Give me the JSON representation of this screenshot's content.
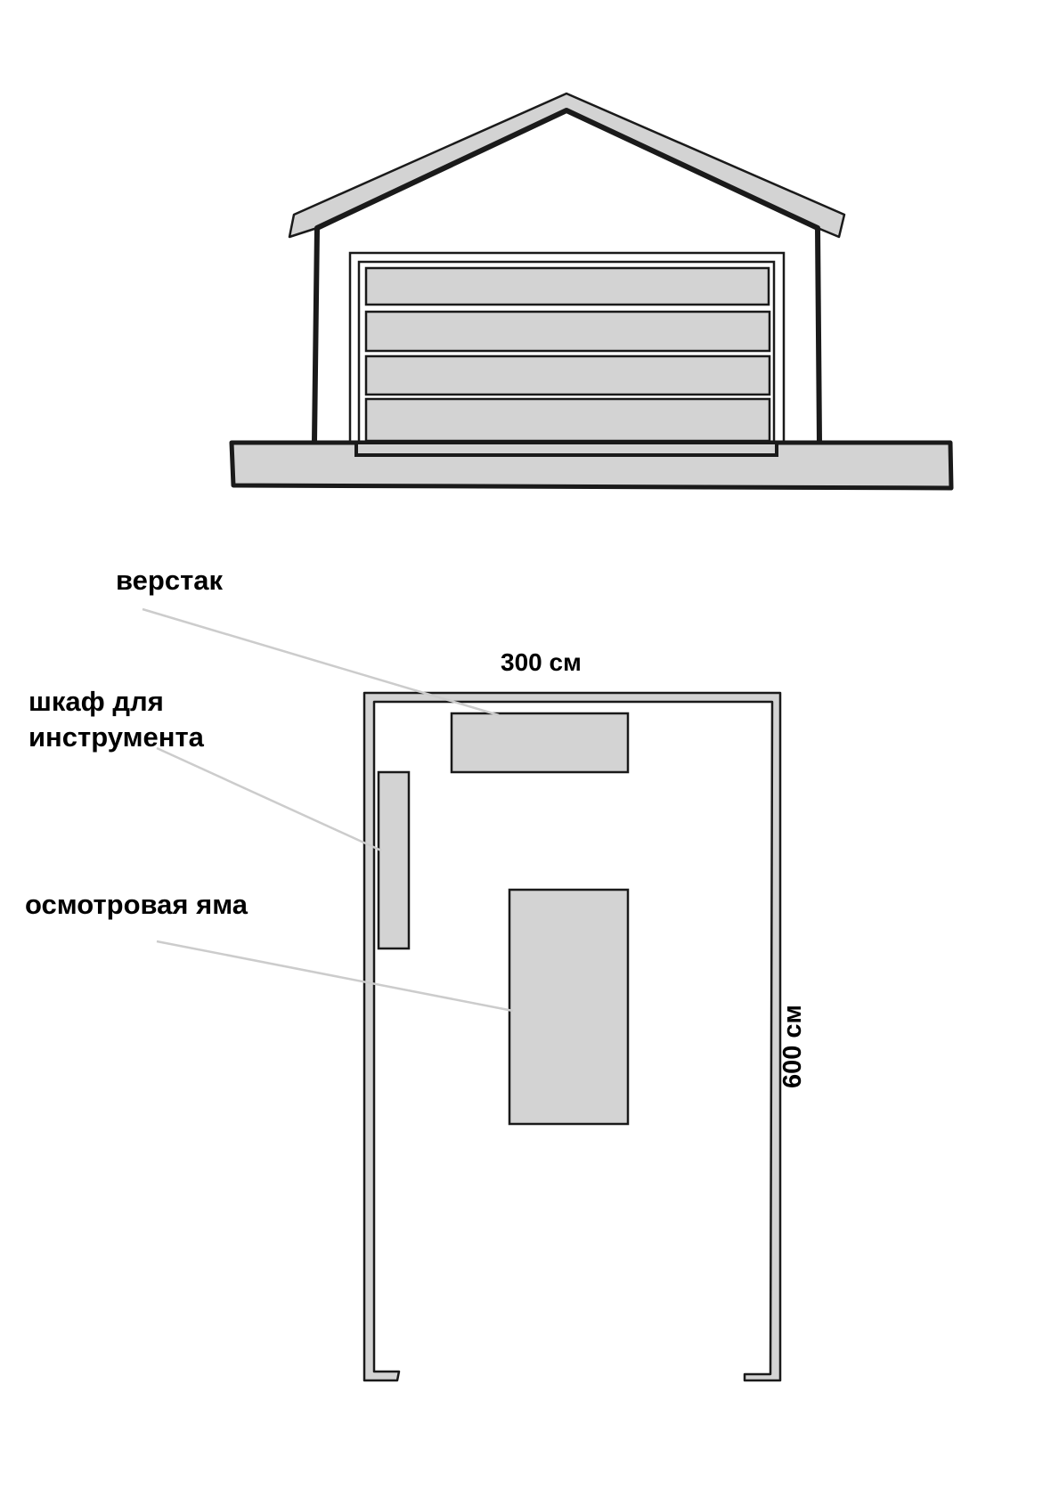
{
  "labels": {
    "workbench": "верстак",
    "tool_cabinet": "шкаф для\nинструмента",
    "inspection_pit": "осмотровая яма",
    "width": "300 см",
    "depth": "600 см"
  },
  "colors": {
    "fill": "#d3d3d3",
    "stroke": "#1a1a1a",
    "leader": "#cccccc",
    "background": "#ffffff"
  }
}
